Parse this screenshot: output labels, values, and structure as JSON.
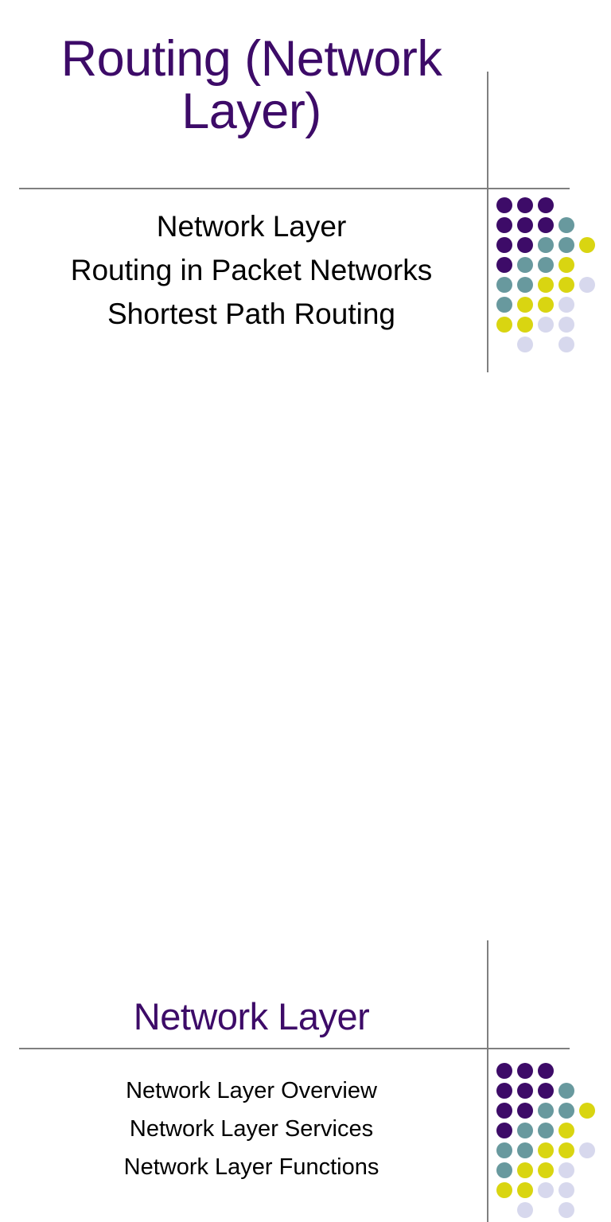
{
  "document": {
    "type": "presentation-slides",
    "background_color": "#ffffff"
  },
  "theme": {
    "title_color": "#3D0B68",
    "body_color": "#000000",
    "rule_color": "#7f7f7f",
    "dot_purple": "#3D0B68",
    "dot_teal": "#68999E",
    "dot_yellow": "#D9D511",
    "dot_lavender": "#D7D8ED"
  },
  "slides": [
    {
      "index": 1,
      "title": "Routing (Network Layer)",
      "body_lines": [
        "Network Layer",
        "Routing in Packet Networks",
        "Shortest Path Routing"
      ]
    },
    {
      "index": 2,
      "title": "Network Layer",
      "body_lines": [
        "Network Layer Overview",
        "Network Layer Services",
        "Network Layer Functions"
      ]
    }
  ],
  "decoration": {
    "name": "dot-grid-motif",
    "rows": [
      [
        "purple",
        "purple",
        "purple",
        null,
        null
      ],
      [
        "purple",
        "purple",
        "purple",
        "teal",
        null
      ],
      [
        "purple",
        "purple",
        "teal",
        "teal",
        "yellow"
      ],
      [
        "purple",
        "teal",
        "teal",
        "yellow",
        null
      ],
      [
        "teal",
        "teal",
        "yellow",
        "yellow",
        "lavender"
      ],
      [
        "teal",
        "yellow",
        "yellow",
        "lavender",
        null
      ],
      [
        "yellow",
        "yellow",
        "lavender",
        "lavender",
        null
      ],
      [
        null,
        "lavender",
        null,
        "lavender",
        null
      ]
    ]
  }
}
